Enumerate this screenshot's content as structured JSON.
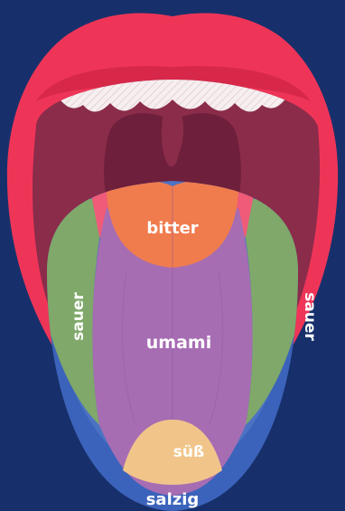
{
  "colors": {
    "background": "#17306b",
    "lips": "#ee3558",
    "lips_dark": "#c81f3f",
    "mouth_inner": "#8a2c4a",
    "throat": "#6e1f3b",
    "teeth": "#f7eef0",
    "bitter": "#f07c4e",
    "umami": "#a66db2",
    "sauer": "#7fa86a",
    "suess": "#f1c58a",
    "salzig": "#4c72c3",
    "salzig_dark": "#2e58b4",
    "pink_gap": "#ef5b78"
  },
  "regions": {
    "bitter": "bitter",
    "umami": "umami",
    "sauer_left": "sauer",
    "sauer_right": "sauer",
    "suess": "süß",
    "salzig": "salzig"
  }
}
